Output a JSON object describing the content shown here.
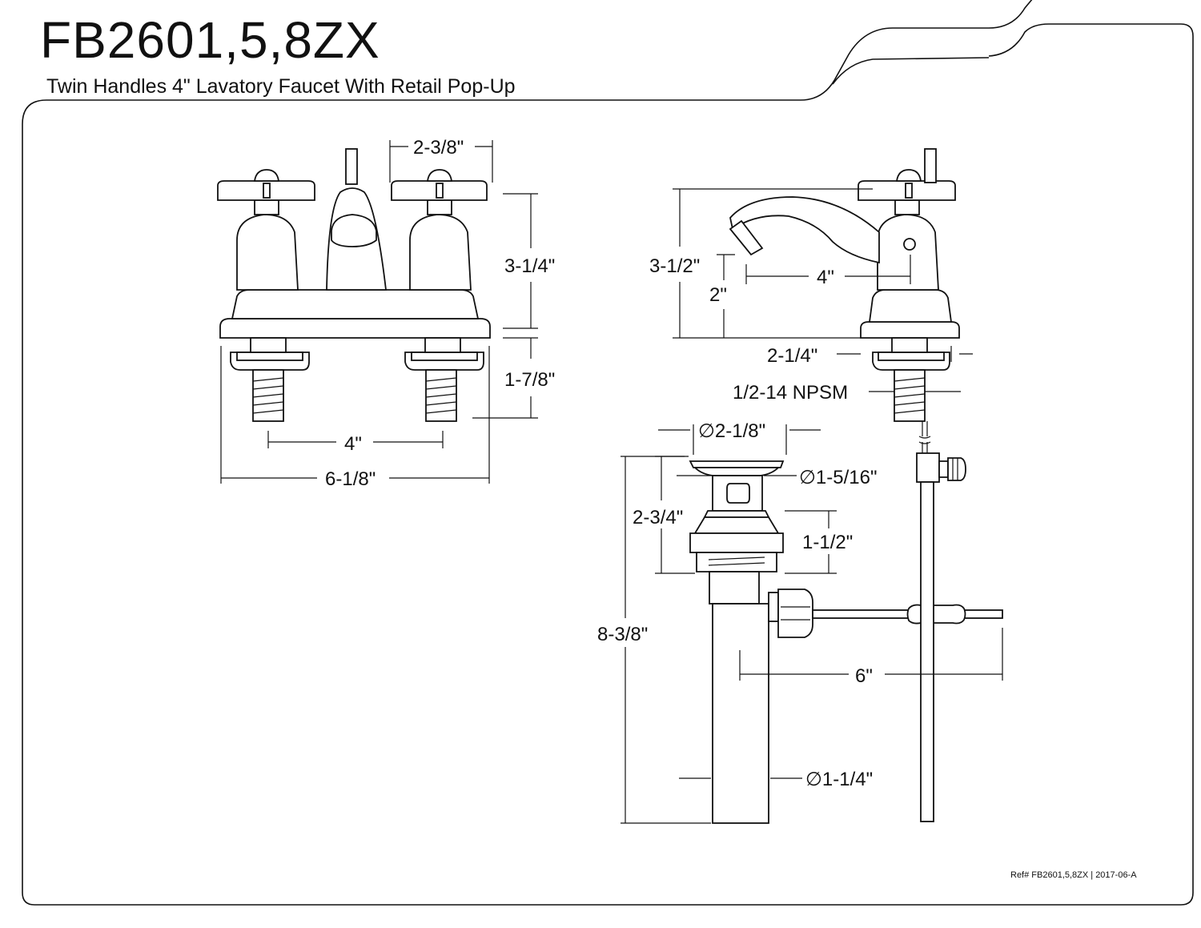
{
  "header": {
    "model": "FB2601,5,8ZX",
    "description": "Twin Handles 4\" Lavatory Faucet With Retail Pop-Up"
  },
  "front_view": {
    "handle_spacing": "2-3/8\"",
    "faucet_height": "3-1/4\"",
    "shank_length": "1-7/8\"",
    "center_spacing": "4\"",
    "overall_width": "6-1/8\""
  },
  "side_view": {
    "overall_height": "3-1/2\"",
    "spout_height": "2\"",
    "spout_reach": "4\"",
    "base_offset": "2-1/4\"",
    "thread": "1/2-14 NPSM"
  },
  "drain_view": {
    "flange_diameter": "∅2-1/8\"",
    "stopper_diameter": "∅1-5/16\"",
    "body_height": "2-3/4\"",
    "nut_height": "1-1/2\"",
    "overall_length": "8-3/8\"",
    "rod_length": "6\"",
    "tailpiece_diameter": "∅1-1/4\""
  },
  "footer": {
    "reference": "Ref# FB2601,5,8ZX | 2017-06-A"
  }
}
